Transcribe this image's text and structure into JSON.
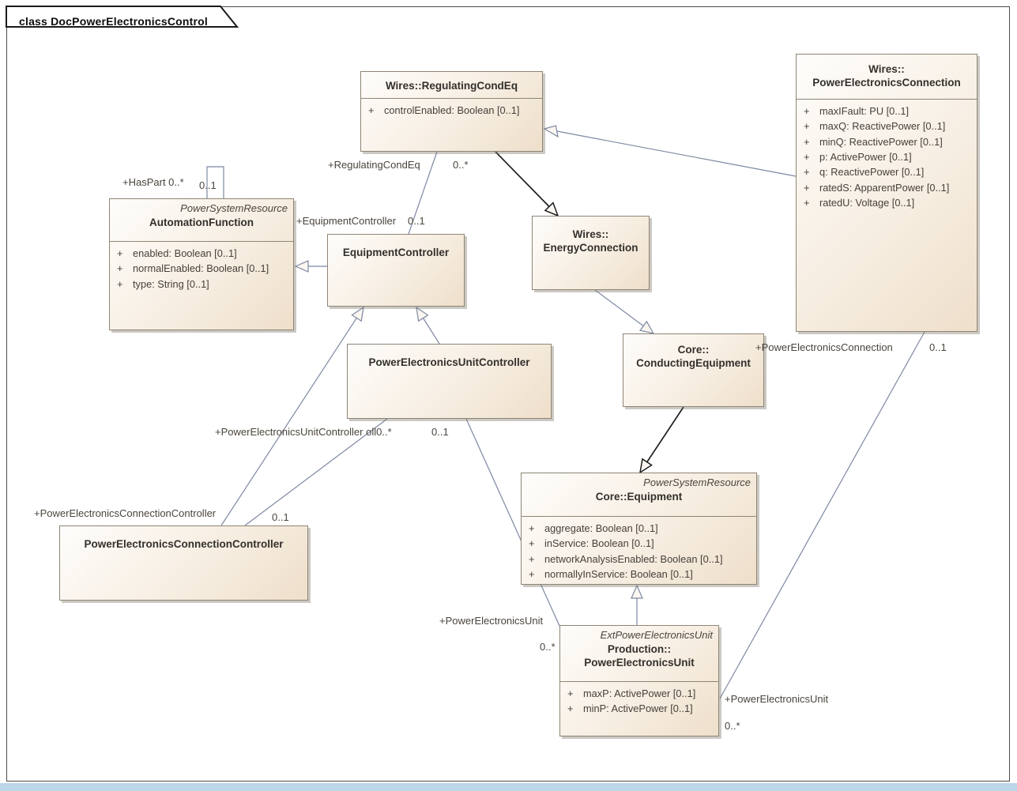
{
  "diagram": {
    "title": "class DocPowerElectronicsControl"
  },
  "theme": {
    "box_fill_1": "#fefdfb",
    "box_fill_2": "#eedfca",
    "box_border": "#8e8574",
    "box_shadow": "rgba(120,112,100,0.38)",
    "line_color": "#7e88a2",
    "line_black": "#1c1c1c",
    "text_attr": "#45403a",
    "frame_color": "#4a4a4a",
    "bar_blue": "#bcd6ea"
  },
  "classes": [
    {
      "name": "Wires::RegulatingCondEq",
      "attributes": [
        "controlEnabled: Boolean [0..1]"
      ]
    },
    {
      "name": "Wires::\nPowerElectronicsConnection",
      "attributes": [
        "maxIFault: PU [0..1]",
        "maxQ: ReactivePower [0..1]",
        "minQ: ReactivePower [0..1]",
        "p: ActivePower [0..1]",
        "q: ReactivePower [0..1]",
        "ratedS: ApparentPower [0..1]",
        "ratedU: Voltage [0..1]"
      ]
    },
    {
      "stereotype": "PowerSystemResource",
      "name": "AutomationFunction",
      "attributes": [
        "enabled: Boolean [0..1]",
        "normalEnabled: Boolean [0..1]",
        "type: String [0..1]"
      ]
    },
    {
      "name": "EquipmentController",
      "attributes": []
    },
    {
      "name": "Wires::\nEnergyConnection",
      "attributes": []
    },
    {
      "name": "Core::\nConductingEquipment",
      "attributes": []
    },
    {
      "name": "PowerElectronicsUnitController",
      "attributes": []
    },
    {
      "stereotype": "PowerSystemResource",
      "name": "Core::Equipment",
      "attributes": [
        "aggregate: Boolean [0..1]",
        "inService: Boolean [0..1]",
        "networkAnalysisEnabled: Boolean [0..1]",
        "normallyInService: Boolean [0..1]"
      ]
    },
    {
      "name": "PowerElectronicsConnectionController",
      "attributes": []
    },
    {
      "stereotype": "ExtPowerElectronicsUnit",
      "name": "Production::\nPowerElectronicsUnit",
      "attributes": [
        "maxP: ActivePower [0..1]",
        "minP: ActivePower [0..1]"
      ]
    }
  ],
  "labels": {
    "has_part_role": "+HasPart 0..*",
    "has_part_mult": "0..1",
    "regulating_role": "+RegulatingCondEq",
    "regulating_mult": "0..*",
    "eqctrl_role": "+EquipmentController",
    "eqctrl_mult": "0..1",
    "peuc_role": "+PowerElectronicsUnitController oll0..*",
    "peuc_mult": "0..1",
    "pecc_role": "+PowerElectronicsConnectionController",
    "pecc_mult": "0..1",
    "pec_role": "+PowerElectronicsConnection",
    "pec_mult": "0..1",
    "peu_left_role": "+PowerElectronicsUnit",
    "peu_left_mult": "0..*",
    "peu_right_role": "+PowerElectronicsUnit",
    "peu_right_mult": "0..*"
  }
}
